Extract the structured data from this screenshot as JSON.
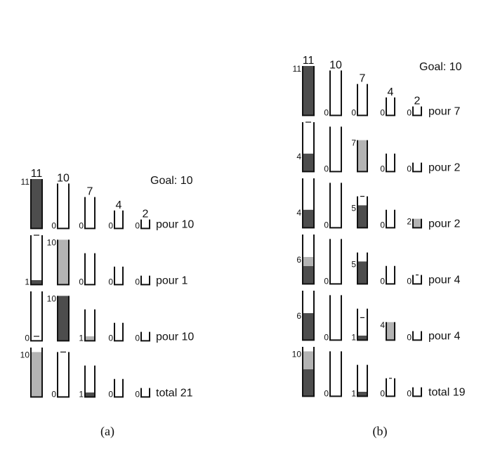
{
  "panels": [
    {
      "caption": "(a)",
      "goal": "Goal: 10",
      "capacities": [
        11,
        10,
        7,
        4,
        2
      ],
      "capacity_labels": [
        "11",
        "10",
        "7",
        "4",
        "2"
      ],
      "steps": [
        {
          "action": "pour 10",
          "jars": [
            {
              "label": "11",
              "segments": [
                {
                  "amount": 11,
                  "tone": "dark"
                }
              ],
              "mark": null
            },
            {
              "label": "0",
              "segments": [],
              "mark": null
            },
            {
              "label": "0",
              "segments": [],
              "mark": null
            },
            {
              "label": "0",
              "segments": [],
              "mark": null
            },
            {
              "label": "0",
              "segments": [],
              "mark": null
            }
          ]
        },
        {
          "action": "pour 1",
          "jars": [
            {
              "label": "1",
              "segments": [
                {
                  "amount": 1,
                  "tone": "dark"
                }
              ],
              "mark": 11
            },
            {
              "label": "10",
              "segments": [
                {
                  "amount": 10,
                  "tone": "light"
                }
              ],
              "mark": null
            },
            {
              "label": "0",
              "segments": [],
              "mark": null
            },
            {
              "label": "0",
              "segments": [],
              "mark": null
            },
            {
              "label": "0",
              "segments": [],
              "mark": null
            }
          ]
        },
        {
          "action": "pour 10",
          "jars": [
            {
              "label": "0",
              "segments": [],
              "mark": 1
            },
            {
              "label": "10",
              "segments": [
                {
                  "amount": 10,
                  "tone": "dark"
                }
              ],
              "mark": null
            },
            {
              "label": "1",
              "segments": [
                {
                  "amount": 1,
                  "tone": "light"
                }
              ],
              "mark": null
            },
            {
              "label": "0",
              "segments": [],
              "mark": null
            },
            {
              "label": "0",
              "segments": [],
              "mark": null
            }
          ]
        },
        {
          "action": "total 21",
          "jars": [
            {
              "label": "10",
              "segments": [
                {
                  "amount": 10,
                  "tone": "light"
                }
              ],
              "mark": null
            },
            {
              "label": "0",
              "segments": [],
              "mark": 10
            },
            {
              "label": "1",
              "segments": [
                {
                  "amount": 1,
                  "tone": "dark"
                }
              ],
              "mark": null
            },
            {
              "label": "0",
              "segments": [],
              "mark": null
            },
            {
              "label": "0",
              "segments": [],
              "mark": null
            }
          ]
        }
      ]
    },
    {
      "caption": "(b)",
      "goal": "Goal: 10",
      "capacities": [
        11,
        10,
        7,
        4,
        2
      ],
      "capacity_labels": [
        "11",
        "10",
        "7",
        "4",
        "2"
      ],
      "steps": [
        {
          "action": "pour 7",
          "jars": [
            {
              "label": "11",
              "segments": [
                {
                  "amount": 11,
                  "tone": "dark"
                }
              ],
              "mark": null
            },
            {
              "label": "0",
              "segments": [],
              "mark": null
            },
            {
              "label": "0",
              "segments": [],
              "mark": null
            },
            {
              "label": "0",
              "segments": [],
              "mark": null
            },
            {
              "label": "0",
              "segments": [],
              "mark": null
            }
          ]
        },
        {
          "action": "pour 2",
          "jars": [
            {
              "label": "4",
              "segments": [
                {
                  "amount": 4,
                  "tone": "dark"
                }
              ],
              "mark": 11
            },
            {
              "label": "0",
              "segments": [],
              "mark": null
            },
            {
              "label": "7",
              "segments": [
                {
                  "amount": 7,
                  "tone": "light"
                }
              ],
              "mark": null
            },
            {
              "label": "0",
              "segments": [],
              "mark": null
            },
            {
              "label": "0",
              "segments": [],
              "mark": null
            }
          ]
        },
        {
          "action": "pour 2",
          "jars": [
            {
              "label": "4",
              "segments": [
                {
                  "amount": 4,
                  "tone": "dark"
                }
              ],
              "mark": null
            },
            {
              "label": "0",
              "segments": [],
              "mark": null
            },
            {
              "label": "5",
              "segments": [
                {
                  "amount": 5,
                  "tone": "dark"
                }
              ],
              "mark": 7
            },
            {
              "label": "0",
              "segments": [],
              "mark": null
            },
            {
              "label": "2",
              "segments": [
                {
                  "amount": 2,
                  "tone": "light"
                }
              ],
              "mark": null
            }
          ]
        },
        {
          "action": "pour 4",
          "jars": [
            {
              "label": "6",
              "segments": [
                {
                  "amount": 4,
                  "tone": "dark"
                },
                {
                  "amount": 2,
                  "tone": "light"
                }
              ],
              "mark": null
            },
            {
              "label": "0",
              "segments": [],
              "mark": null
            },
            {
              "label": "5",
              "segments": [
                {
                  "amount": 5,
                  "tone": "dark"
                }
              ],
              "mark": null
            },
            {
              "label": "0",
              "segments": [],
              "mark": null
            },
            {
              "label": "0",
              "segments": [],
              "mark": 2
            }
          ]
        },
        {
          "action": "pour 4",
          "jars": [
            {
              "label": "6",
              "segments": [
                {
                  "amount": 6,
                  "tone": "dark"
                }
              ],
              "mark": null
            },
            {
              "label": "0",
              "segments": [],
              "mark": null
            },
            {
              "label": "1",
              "segments": [
                {
                  "amount": 1,
                  "tone": "dark"
                }
              ],
              "mark": 5
            },
            {
              "label": "4",
              "segments": [
                {
                  "amount": 4,
                  "tone": "light"
                }
              ],
              "mark": null
            },
            {
              "label": "0",
              "segments": [],
              "mark": null
            }
          ]
        },
        {
          "action": "total 19",
          "jars": [
            {
              "label": "10",
              "segments": [
                {
                  "amount": 6,
                  "tone": "dark"
                },
                {
                  "amount": 4,
                  "tone": "light"
                }
              ],
              "mark": null
            },
            {
              "label": "0",
              "segments": [],
              "mark": null
            },
            {
              "label": "1",
              "segments": [
                {
                  "amount": 1,
                  "tone": "dark"
                }
              ],
              "mark": null
            },
            {
              "label": "0",
              "segments": [],
              "mark": 4
            },
            {
              "label": "0",
              "segments": [],
              "mark": null
            }
          ]
        }
      ]
    }
  ],
  "colors": {
    "dark": "#4d4d4d",
    "light": "#b3b3b3",
    "outline": "#111111",
    "background": "#ffffff"
  }
}
